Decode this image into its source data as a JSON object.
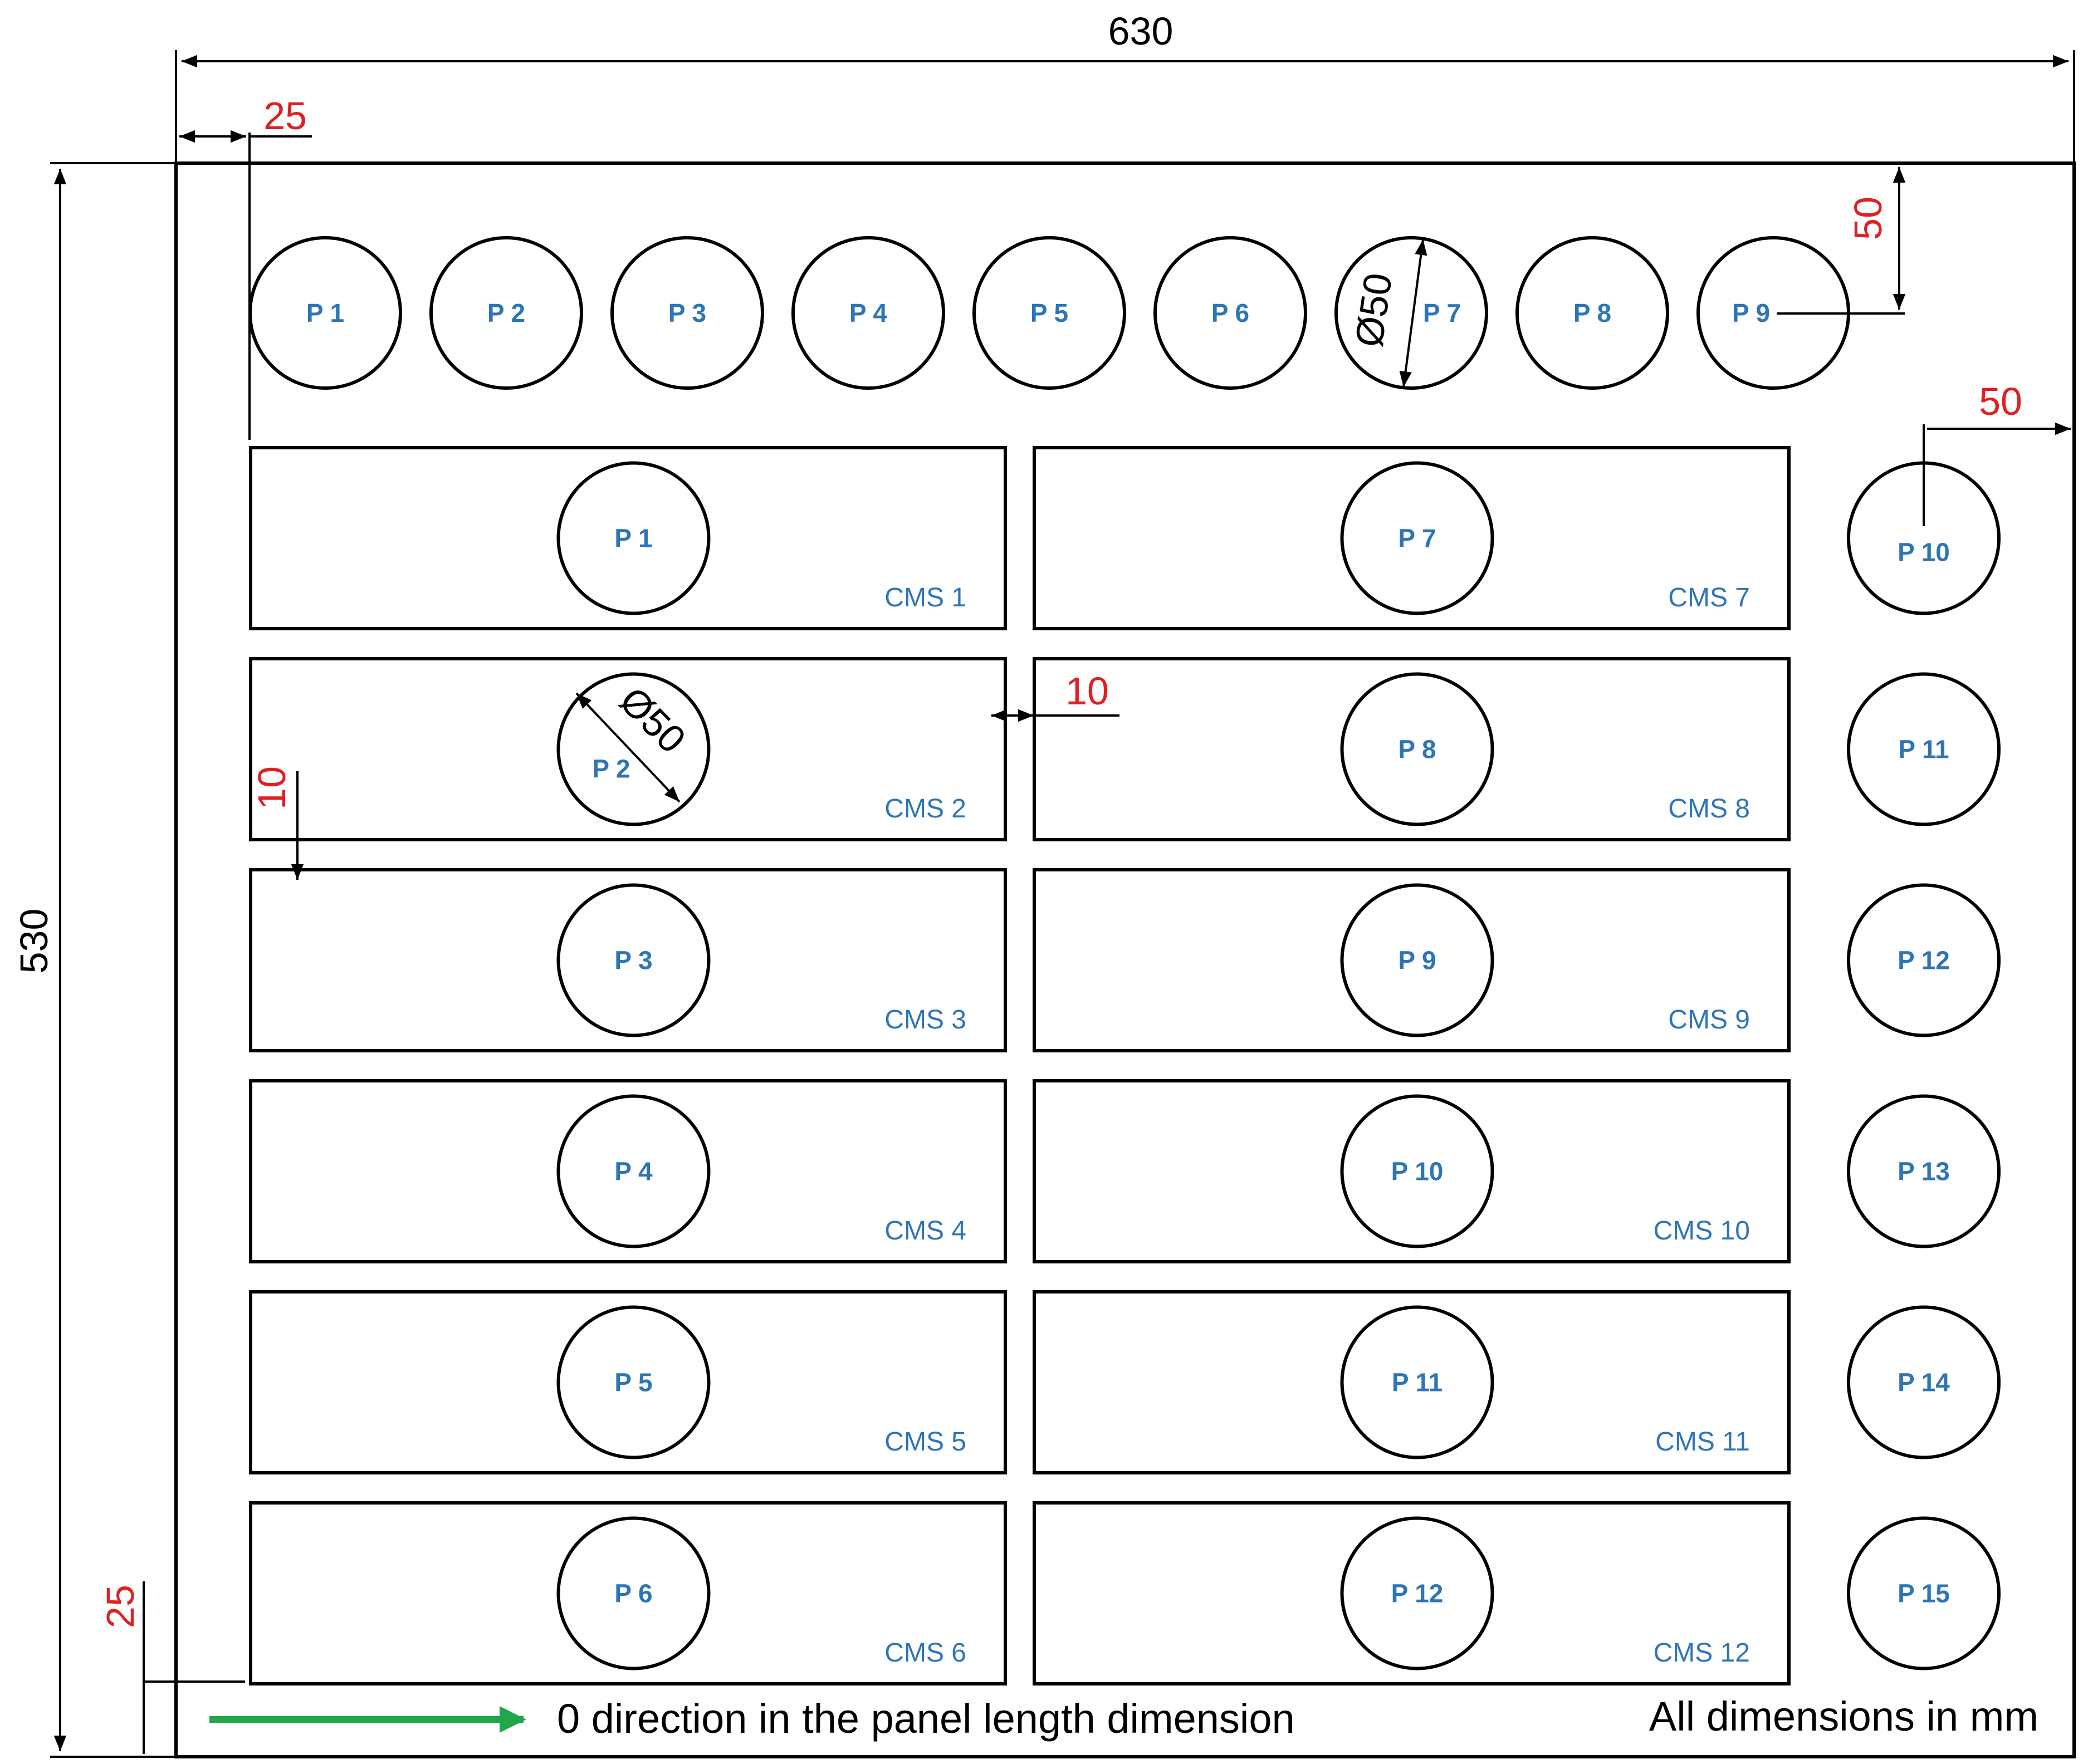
{
  "colors": {
    "label_blue": "#2E75B6",
    "dimension_red": "#E02020",
    "arrow_green": "#1FA84A",
    "line_black": "#000000"
  },
  "dimensions": {
    "overall_width": "630",
    "overall_height": "530",
    "left_margin": "25",
    "bottom_margin": "25",
    "top_offset": "50",
    "right_offset": "50",
    "gap_horizontal": "10",
    "gap_vertical": "10",
    "diameter_top": "Ø50",
    "diameter_cms": "Ø50"
  },
  "top_row": [
    "P 1",
    "P 2",
    "P 3",
    "P 4",
    "P 5",
    "P 6",
    "P 7",
    "P 8",
    "P 9"
  ],
  "cms_left": [
    {
      "label": "CMS  1",
      "circle": "P 1"
    },
    {
      "label": "CMS  2",
      "circle": "P 2"
    },
    {
      "label": "CMS  3",
      "circle": "P 3"
    },
    {
      "label": "CMS  4",
      "circle": "P 4"
    },
    {
      "label": "CMS  5",
      "circle": "P 5"
    },
    {
      "label": "CMS  6",
      "circle": "P 6"
    }
  ],
  "cms_right": [
    {
      "label": "CMS  7",
      "circle": "P 7"
    },
    {
      "label": "CMS  8",
      "circle": "P 8"
    },
    {
      "label": "CMS  9",
      "circle": "P 9"
    },
    {
      "label": "CMS  10",
      "circle": "P 10"
    },
    {
      "label": "CMS  11",
      "circle": "P 11"
    },
    {
      "label": "CMS  12",
      "circle": "P 12"
    }
  ],
  "right_column": [
    "P 10",
    "P 11",
    "P 12",
    "P 13",
    "P 14",
    "P 15"
  ],
  "footer": {
    "direction_text": "0 direction in the panel length dimension",
    "units_text": "All dimensions in mm"
  }
}
